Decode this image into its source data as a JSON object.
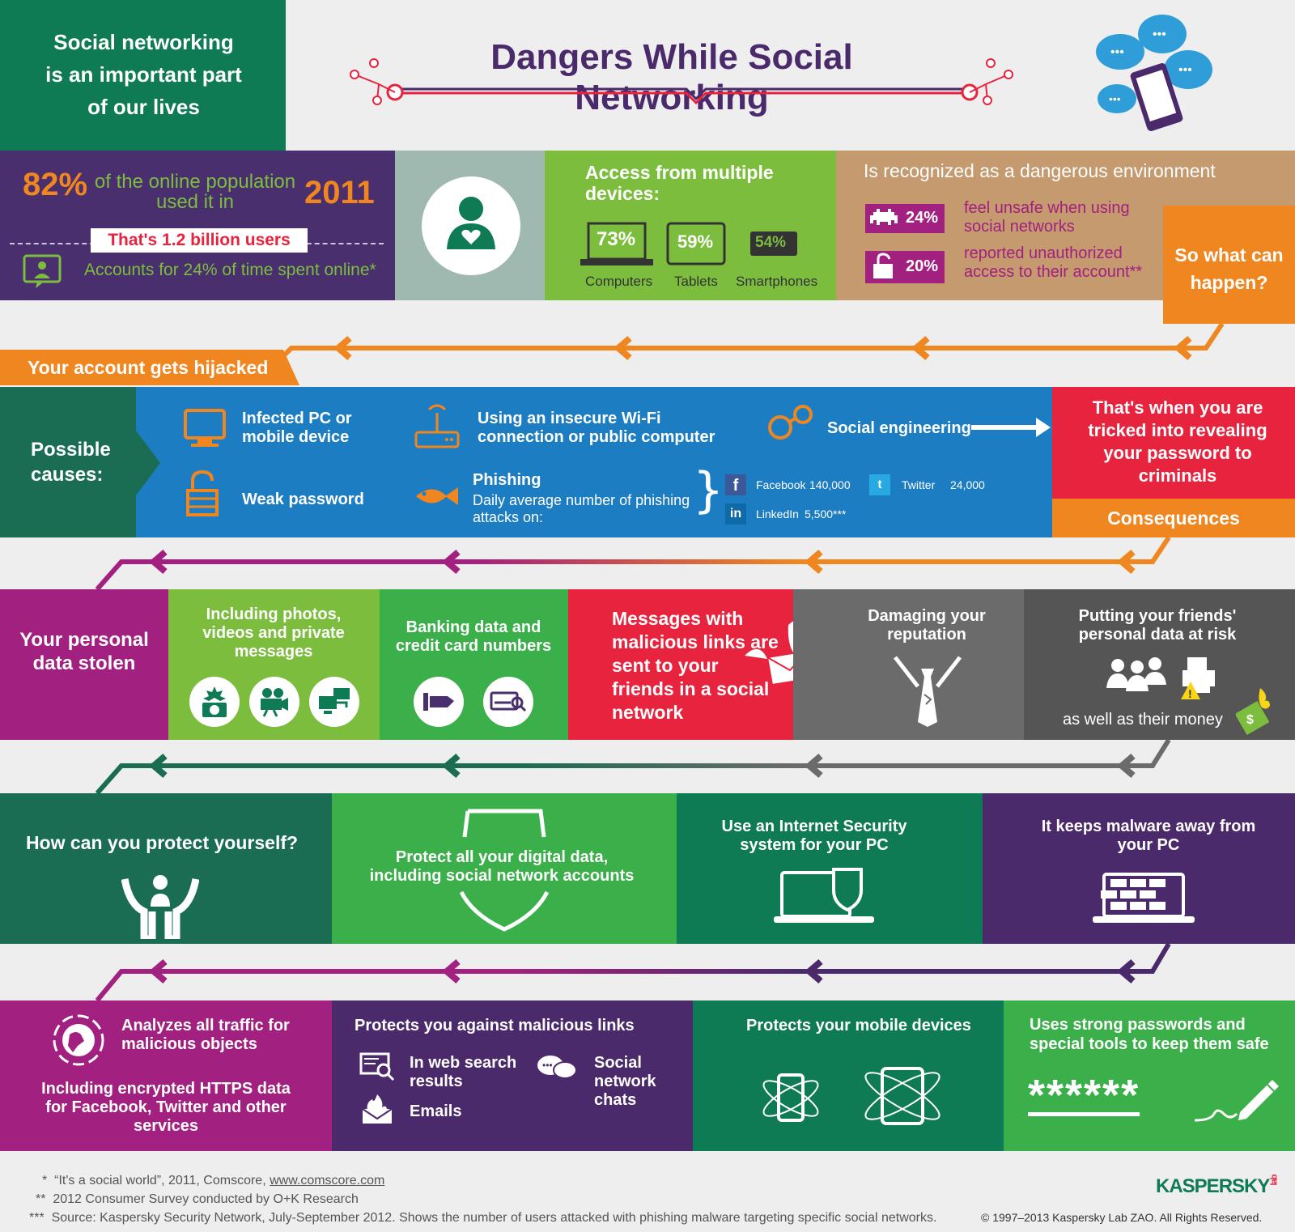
{
  "colors": {
    "green_dark": "#0f7b55",
    "purple": "#4a2f6e",
    "green_light": "#7cbd3e",
    "tan": "#c49a6e",
    "orange": "#f0861f",
    "blue": "#1d7dc3",
    "red": "#e8233e",
    "magenta": "#a2207f",
    "gray": "#6b6b6b",
    "teal": "#1a6d52",
    "green": "#3aaf4a",
    "deep_purple": "#4b2a6c"
  },
  "intro": "Social networking is an important part of our lives",
  "title": "Dangers While Social Networking",
  "usage": {
    "pct": "82%",
    "text": "of the online population used it in",
    "year": "2011",
    "users": "That's 1.2 billion users",
    "time": "Accounts for 24% of time spent online*"
  },
  "devices": {
    "heading": "Access from multiple devices:",
    "items": [
      {
        "pct": "73%",
        "label": "Computers",
        "icon": "laptop-icon"
      },
      {
        "pct": "59%",
        "label": "Tablets",
        "icon": "tablet-icon"
      },
      {
        "pct": "54%",
        "label": "Smartphones",
        "icon": "smartphone-icon"
      }
    ]
  },
  "danger": {
    "heading": "Is recognized as a dangerous environment",
    "stats": [
      {
        "pct": "24%",
        "text": "feel unsafe when using social networks",
        "icon": "space-invader-icon"
      },
      {
        "pct": "20%",
        "text": "reported unauthorized access to their account**",
        "icon": "open-lock-icon"
      }
    ]
  },
  "what_happens": "So what can happen?",
  "hijacked": "Your account gets hijacked",
  "causes": {
    "heading": "Possible causes:",
    "infected": "Infected PC or mobile device",
    "wifi": "Using an insecure Wi-Fi connection or public computer",
    "social_eng": "Social engineering",
    "weak": "Weak password",
    "phishing": "Phishing",
    "phishing_sub": "Daily average number of phishing attacks on:",
    "networks": [
      {
        "name": "Facebook",
        "value": "140,000",
        "icon": "facebook-icon"
      },
      {
        "name": "Twitter",
        "value": "24,000",
        "icon": "twitter-icon"
      },
      {
        "name": "LinkedIn",
        "value": "5,500***",
        "icon": "linkedin-icon"
      }
    ]
  },
  "tricked": "That's when you are tricked into revealing your password to criminals",
  "consequences": "Consequences",
  "row3": {
    "stolen": "Your personal data stolen",
    "photos": "Including photos, videos and private messages",
    "banking": "Banking data and credit card numbers",
    "messages": "Messages with malicious links are sent to your friends in a social network",
    "reputation": "Damaging your reputation",
    "friends": "Putting your friends' personal data at risk",
    "money": "as well as their money"
  },
  "row4": {
    "protect": "How can you protect yourself?",
    "digital": "Protect all your digital data, including social network accounts",
    "security": "Use an Internet Security system for your PC",
    "malware": "It keeps malware away from your PC"
  },
  "row5": {
    "traffic": "Analyzes all traffic for malicious objects",
    "https": "Including encrypted HTTPS data for Facebook, Twitter and other services",
    "links": "Protects you against malicious links",
    "web": "In web search results",
    "chats": "Social network chats",
    "emails": "Emails",
    "mobile": "Protects your mobile devices",
    "passwords": "Uses strong passwords and special tools to keep them safe",
    "stars": "******"
  },
  "footnotes": [
    {
      "mark": "*",
      "text": "“It's a social world”, 2011, Comscore, ",
      "link": "www.comscore.com"
    },
    {
      "mark": "**",
      "text": "2012 Consumer Survey conducted by O+K Research",
      "link": ""
    },
    {
      "mark": "***",
      "text": "Source: Kaspersky Security Network, July-September 2012. Shows the number of users attacked with phishing malware targeting specific social networks.",
      "link": ""
    }
  ],
  "logo": "KASPERSKY",
  "logo_lab": "lab",
  "copyright": "© 1997–2013 Kaspersky Lab ZAO. All Rights Reserved."
}
